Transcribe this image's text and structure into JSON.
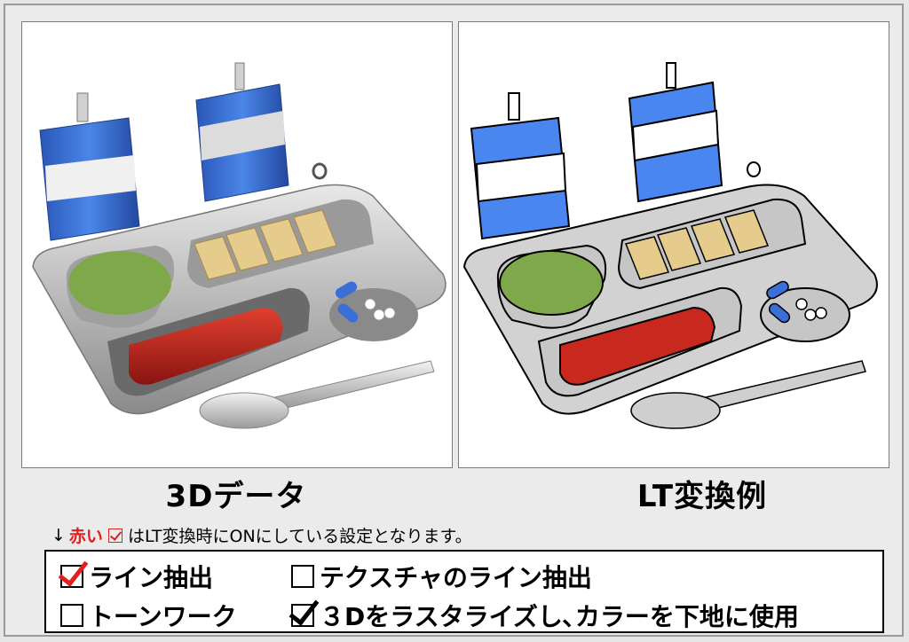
{
  "captions": {
    "left": "3Dデータ",
    "right": "LT変換例"
  },
  "note": {
    "arrow": "↓",
    "red_text": "赤い",
    "text": "はLT変換時にONにしている設定となります。"
  },
  "options": [
    {
      "label": "ライン抽出",
      "checked": true,
      "check_color": "#e02020"
    },
    {
      "label": "テクスチャのライン抽出",
      "checked": false
    },
    {
      "label": "トーンワーク",
      "checked": false
    },
    {
      "label": "３Dをラスタライズし､カラーを下地に使用",
      "checked": true,
      "check_color": "#000000"
    }
  ],
  "colors": {
    "accent_red": "#e02020",
    "pouch_blue": "#3a6fd8",
    "tray_gray": "#b4b4b4",
    "bar_red": "#c0211d",
    "veg_green": "#7fa84a",
    "cracker": "#e6cc8c"
  },
  "icons": [
    "check-icon",
    "checkbox-icon",
    "arrow-down-icon"
  ]
}
